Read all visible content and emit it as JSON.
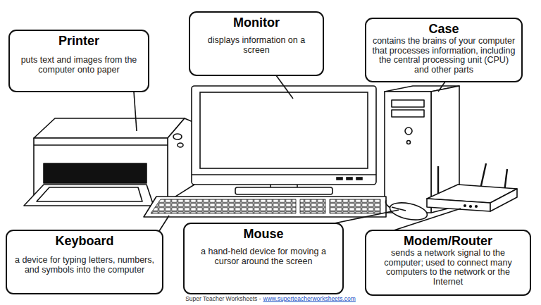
{
  "diagram": {
    "nodes": [
      {
        "text": [
          "Printer",
          "puts text and images from the computer onto paper"
        ]
      },
      {
        "text": [
          "Monitor",
          "displays information on a screen"
        ]
      },
      {
        "text": [
          "Case",
          "contains the brains of your computer that processes information, including the central processing unit (CPU) and other parts"
        ]
      },
      {
        "text": [
          "Keyboard",
          "a device for typing letters, numbers, and symbols into the computer"
        ]
      },
      {
        "text": [
          "Mouse",
          "a hand-held device for moving a cursor around the screen"
        ]
      },
      {
        "text": [
          "Modem/Router",
          "sends a network signal to the computer; used to connect many computers to the network or the Internet"
        ]
      }
    ],
    "labels": [
      "Super Teacher Worksheets -",
      "www.superteacherworksheets.com"
    ]
  }
}
